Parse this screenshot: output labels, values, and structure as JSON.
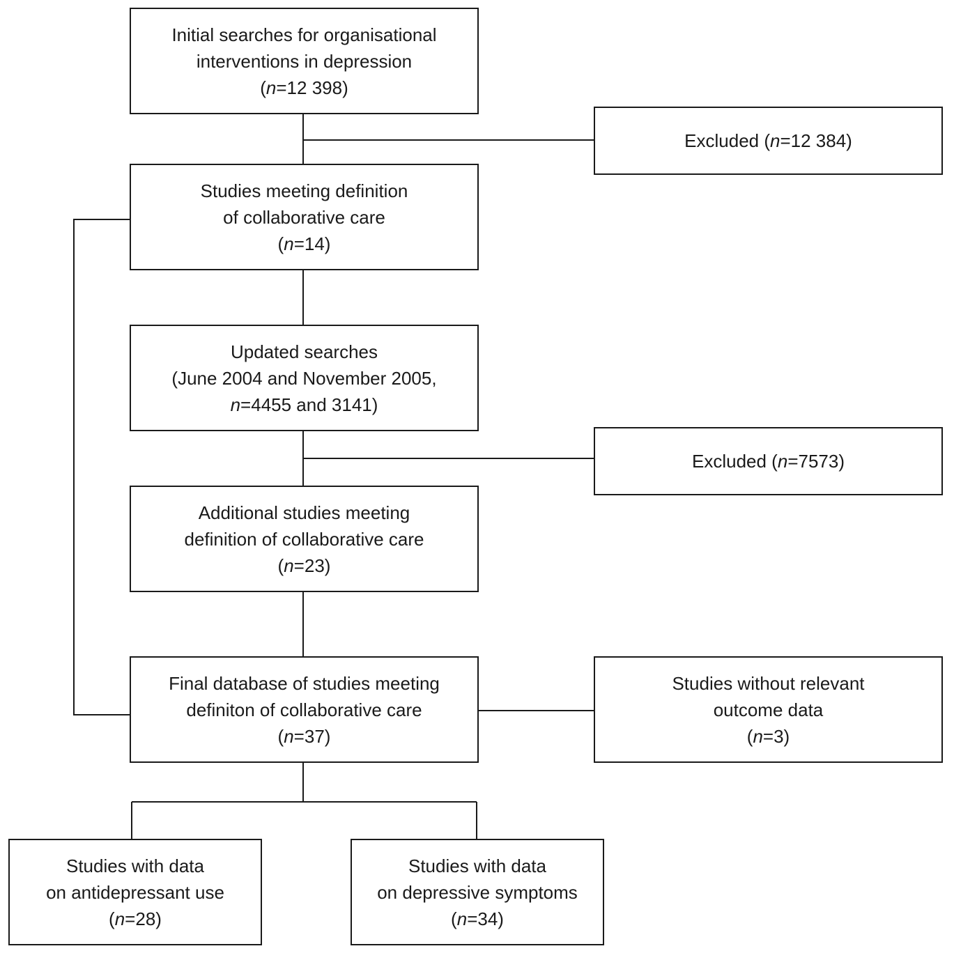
{
  "boxes": {
    "initial_searches": {
      "line1": "Initial searches for organisational",
      "line2": "interventions in depression",
      "count_open": "(",
      "count_n": "n",
      "count_rest": "=12 398)"
    },
    "excluded_first": {
      "prefix": "Excluded (",
      "count_n": "n",
      "count_rest": "=12 384)"
    },
    "meeting_definition": {
      "line1": "Studies meeting definition",
      "line2": "of collaborative care",
      "count_open": "(",
      "count_n": "n",
      "count_rest": "=14)"
    },
    "updated_searches": {
      "line1": "Updated searches",
      "line2": "(June 2004 and November 2005,",
      "count_n": "n",
      "count_rest": "=4455 and 3141)"
    },
    "excluded_second": {
      "prefix": "Excluded (",
      "count_n": "n",
      "count_rest": "=7573)"
    },
    "additional_studies": {
      "line1": "Additional studies meeting",
      "line2": "definition of collaborative care",
      "count_open": "(",
      "count_n": "n",
      "count_rest": "=23)"
    },
    "final_database": {
      "line1": "Final database of studies meeting",
      "line2": "definiton of collaborative care",
      "count_open": "(",
      "count_n": "n",
      "count_rest": "=37)"
    },
    "without_outcome": {
      "line1": "Studies without relevant",
      "line2": "outcome data",
      "count_open": "(",
      "count_n": "n",
      "count_rest": "=3)"
    },
    "antidepressant_use": {
      "line1": "Studies with data",
      "line2": "on antidepressant use",
      "count_open": "(",
      "count_n": "n",
      "count_rest": "=28)"
    },
    "depressive_symptoms": {
      "line1": "Studies with data",
      "line2": "on depressive symptoms",
      "count_open": "(",
      "count_n": "n",
      "count_rest": "=34)"
    }
  },
  "colors": {
    "line": "#1a1a1a",
    "box_border": "#1a1a1a",
    "background": "#ffffff"
  }
}
